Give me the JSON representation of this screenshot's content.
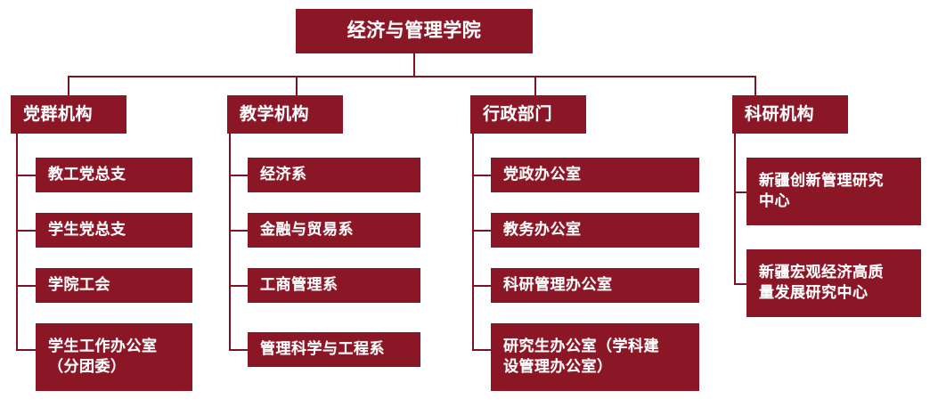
{
  "diagram": {
    "type": "organization-chart",
    "title_node": {
      "label": "经济与管理学院"
    },
    "colors": {
      "node_fill": "#8B1626",
      "node_text": "#FFFFFF",
      "connector": "#7D1220",
      "background": "#FFFFFF"
    },
    "branches": [
      {
        "id": "party-mass-organizations",
        "label": "党群机构",
        "children": [
          {
            "label": "教工党总支"
          },
          {
            "label": "学生党总支"
          },
          {
            "label": "学院工会"
          },
          {
            "label": "学生工作办公室\n（分团委）"
          }
        ]
      },
      {
        "id": "teaching-organizations",
        "label": "教学机构",
        "children": [
          {
            "label": "经济系"
          },
          {
            "label": "金融与贸易系"
          },
          {
            "label": "工商管理系"
          },
          {
            "label": "管理科学与工程系"
          }
        ]
      },
      {
        "id": "administrative-departments",
        "label": "行政部门",
        "children": [
          {
            "label": "党政办公室"
          },
          {
            "label": "教务办公室"
          },
          {
            "label": "科研管理办公室"
          },
          {
            "label": "研究生办公室（学科建\n设管理办公室）"
          }
        ]
      },
      {
        "id": "research-institutions",
        "label": "科研机构",
        "children": [
          {
            "label": "新疆创新管理研究\n中心"
          },
          {
            "label": "新疆宏观经济高质\n量发展研究中心"
          }
        ]
      }
    ]
  }
}
